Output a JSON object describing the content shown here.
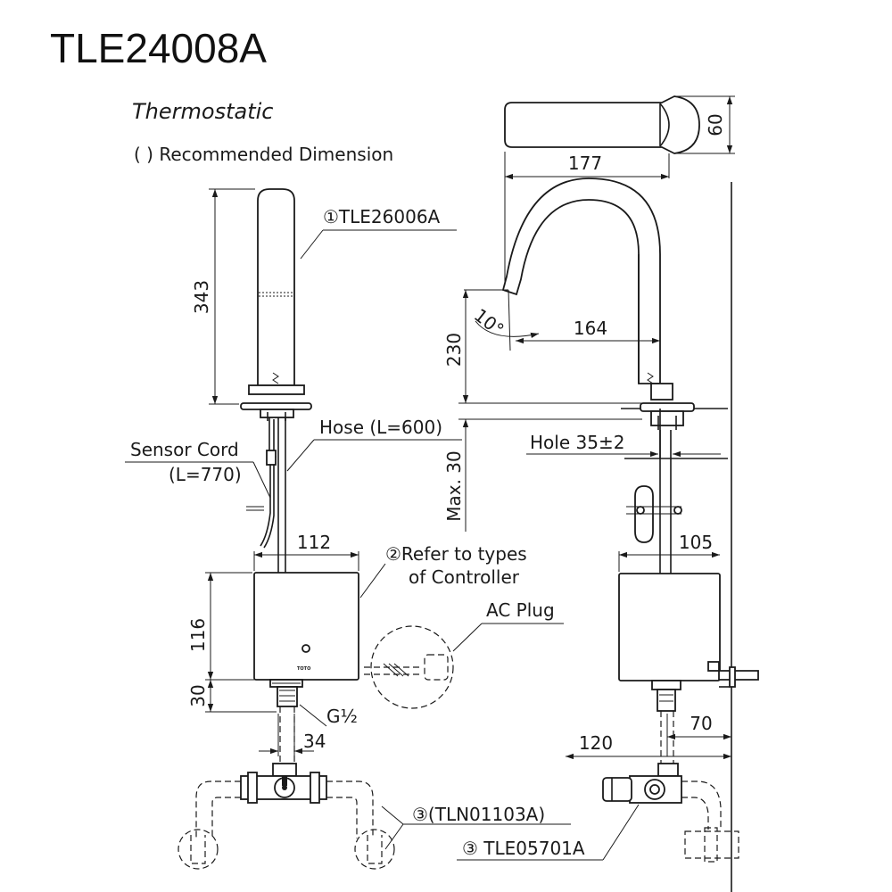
{
  "title": "TLE24008A",
  "subtitle": "Thermostatic",
  "note": "( ) Recommended Dimension",
  "callouts": {
    "spout_model": "①TLE26006A",
    "controller": "②Refer to types",
    "controller_2": "of Controller",
    "valve_front": "③(TLN01103A)",
    "valve_side": "③ TLE05701A",
    "sensor_cord": "Sensor Cord",
    "sensor_cord_len": "(L=770)",
    "hose": "Hose (L=600)",
    "ac_plug": "AC Plug",
    "hole": "Hole 35±2",
    "thread": "G½",
    "brand": "TOTO"
  },
  "dimensions": {
    "spout_height": "343",
    "controller_width": "112",
    "controller_height": "116",
    "bottom_height": "30",
    "outlet_offset": "34",
    "top_depth": "60",
    "spout_reach_total": "177",
    "spout_reach": "164",
    "angle": "10°",
    "spout_clearance": "230",
    "deck_thickness": "Max. 30",
    "controller_depth": "105",
    "wall_offset": "70",
    "floor_offset": "120"
  }
}
